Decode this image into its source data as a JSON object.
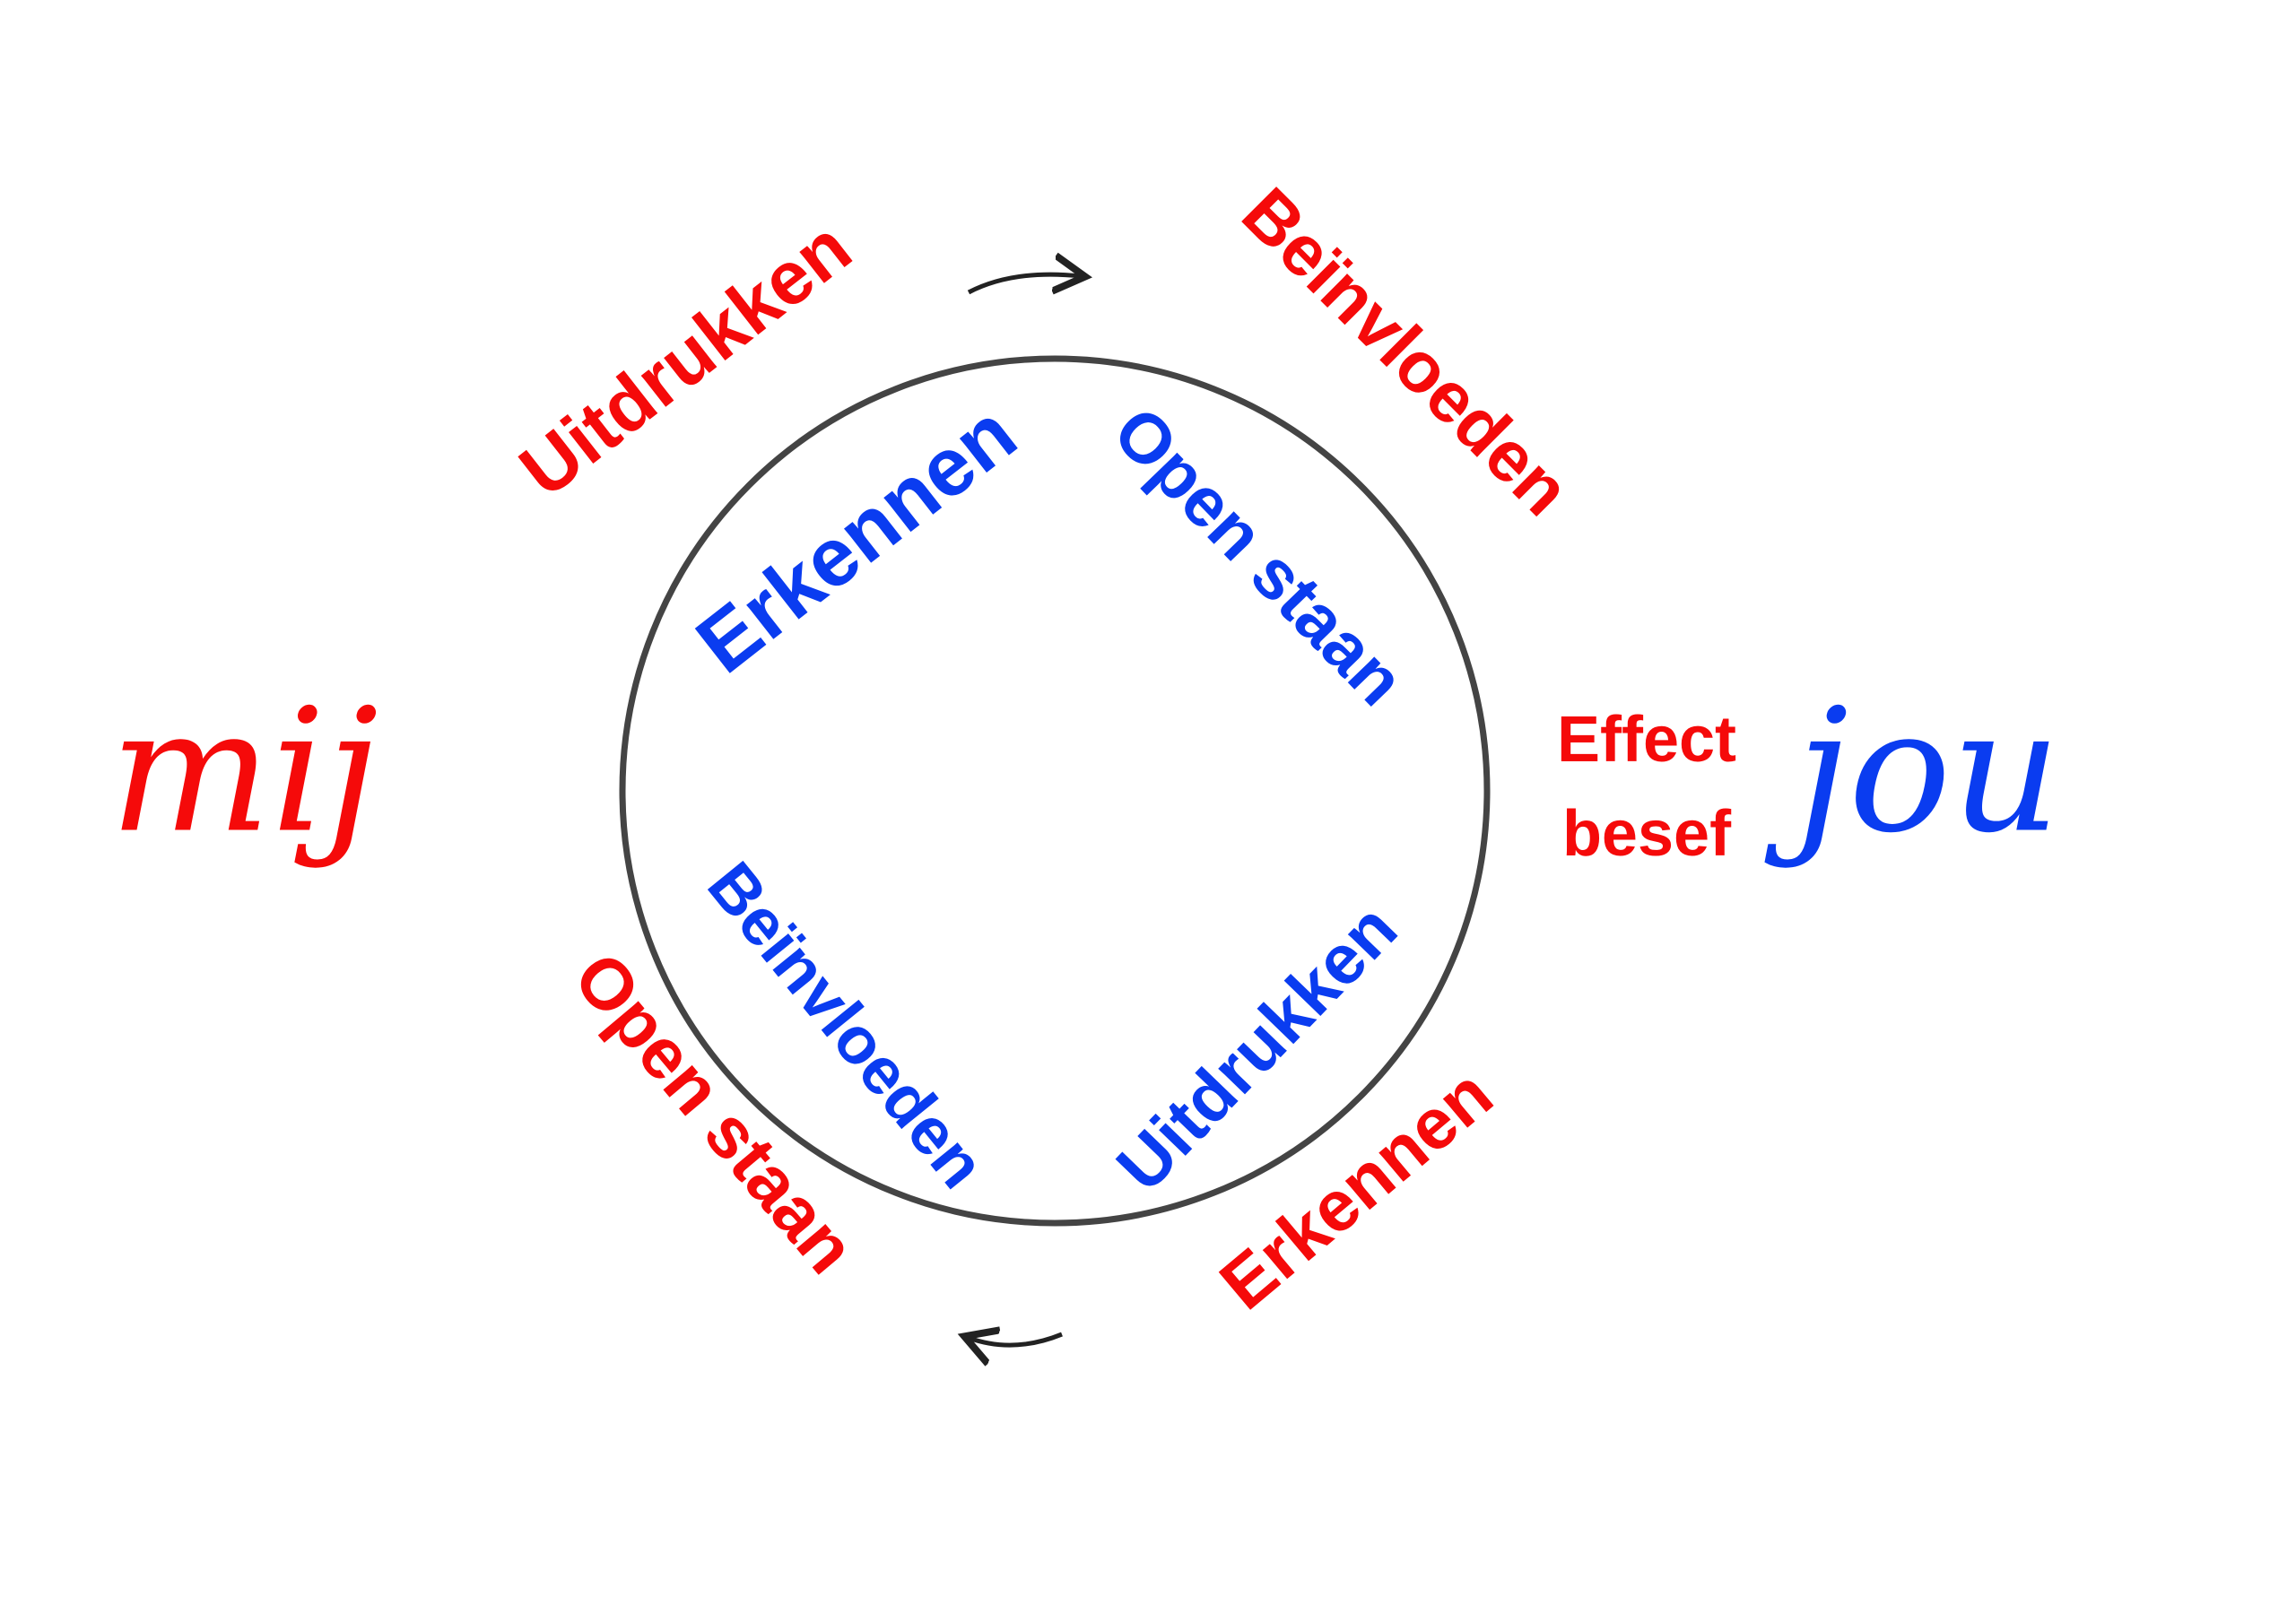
{
  "colors": {
    "red": "#f50a0a",
    "blue": "#0a3cf0",
    "circle": "#444444",
    "arrow": "#222222"
  },
  "people": {
    "self": "mij",
    "other": "jou"
  },
  "outer_red": {
    "top_left": "Uitdrukken",
    "top_right": "Beïnvloeden",
    "right_line1": "Effect",
    "right_line2": "besef",
    "bottom_right": "Erkennen",
    "bottom_left": "Open staan"
  },
  "inner_blue": {
    "top_left": "Erkennen",
    "top_right": "Open staan",
    "bottom_right": "Uitdrukken",
    "bottom_left": "Beïnvloeden"
  }
}
